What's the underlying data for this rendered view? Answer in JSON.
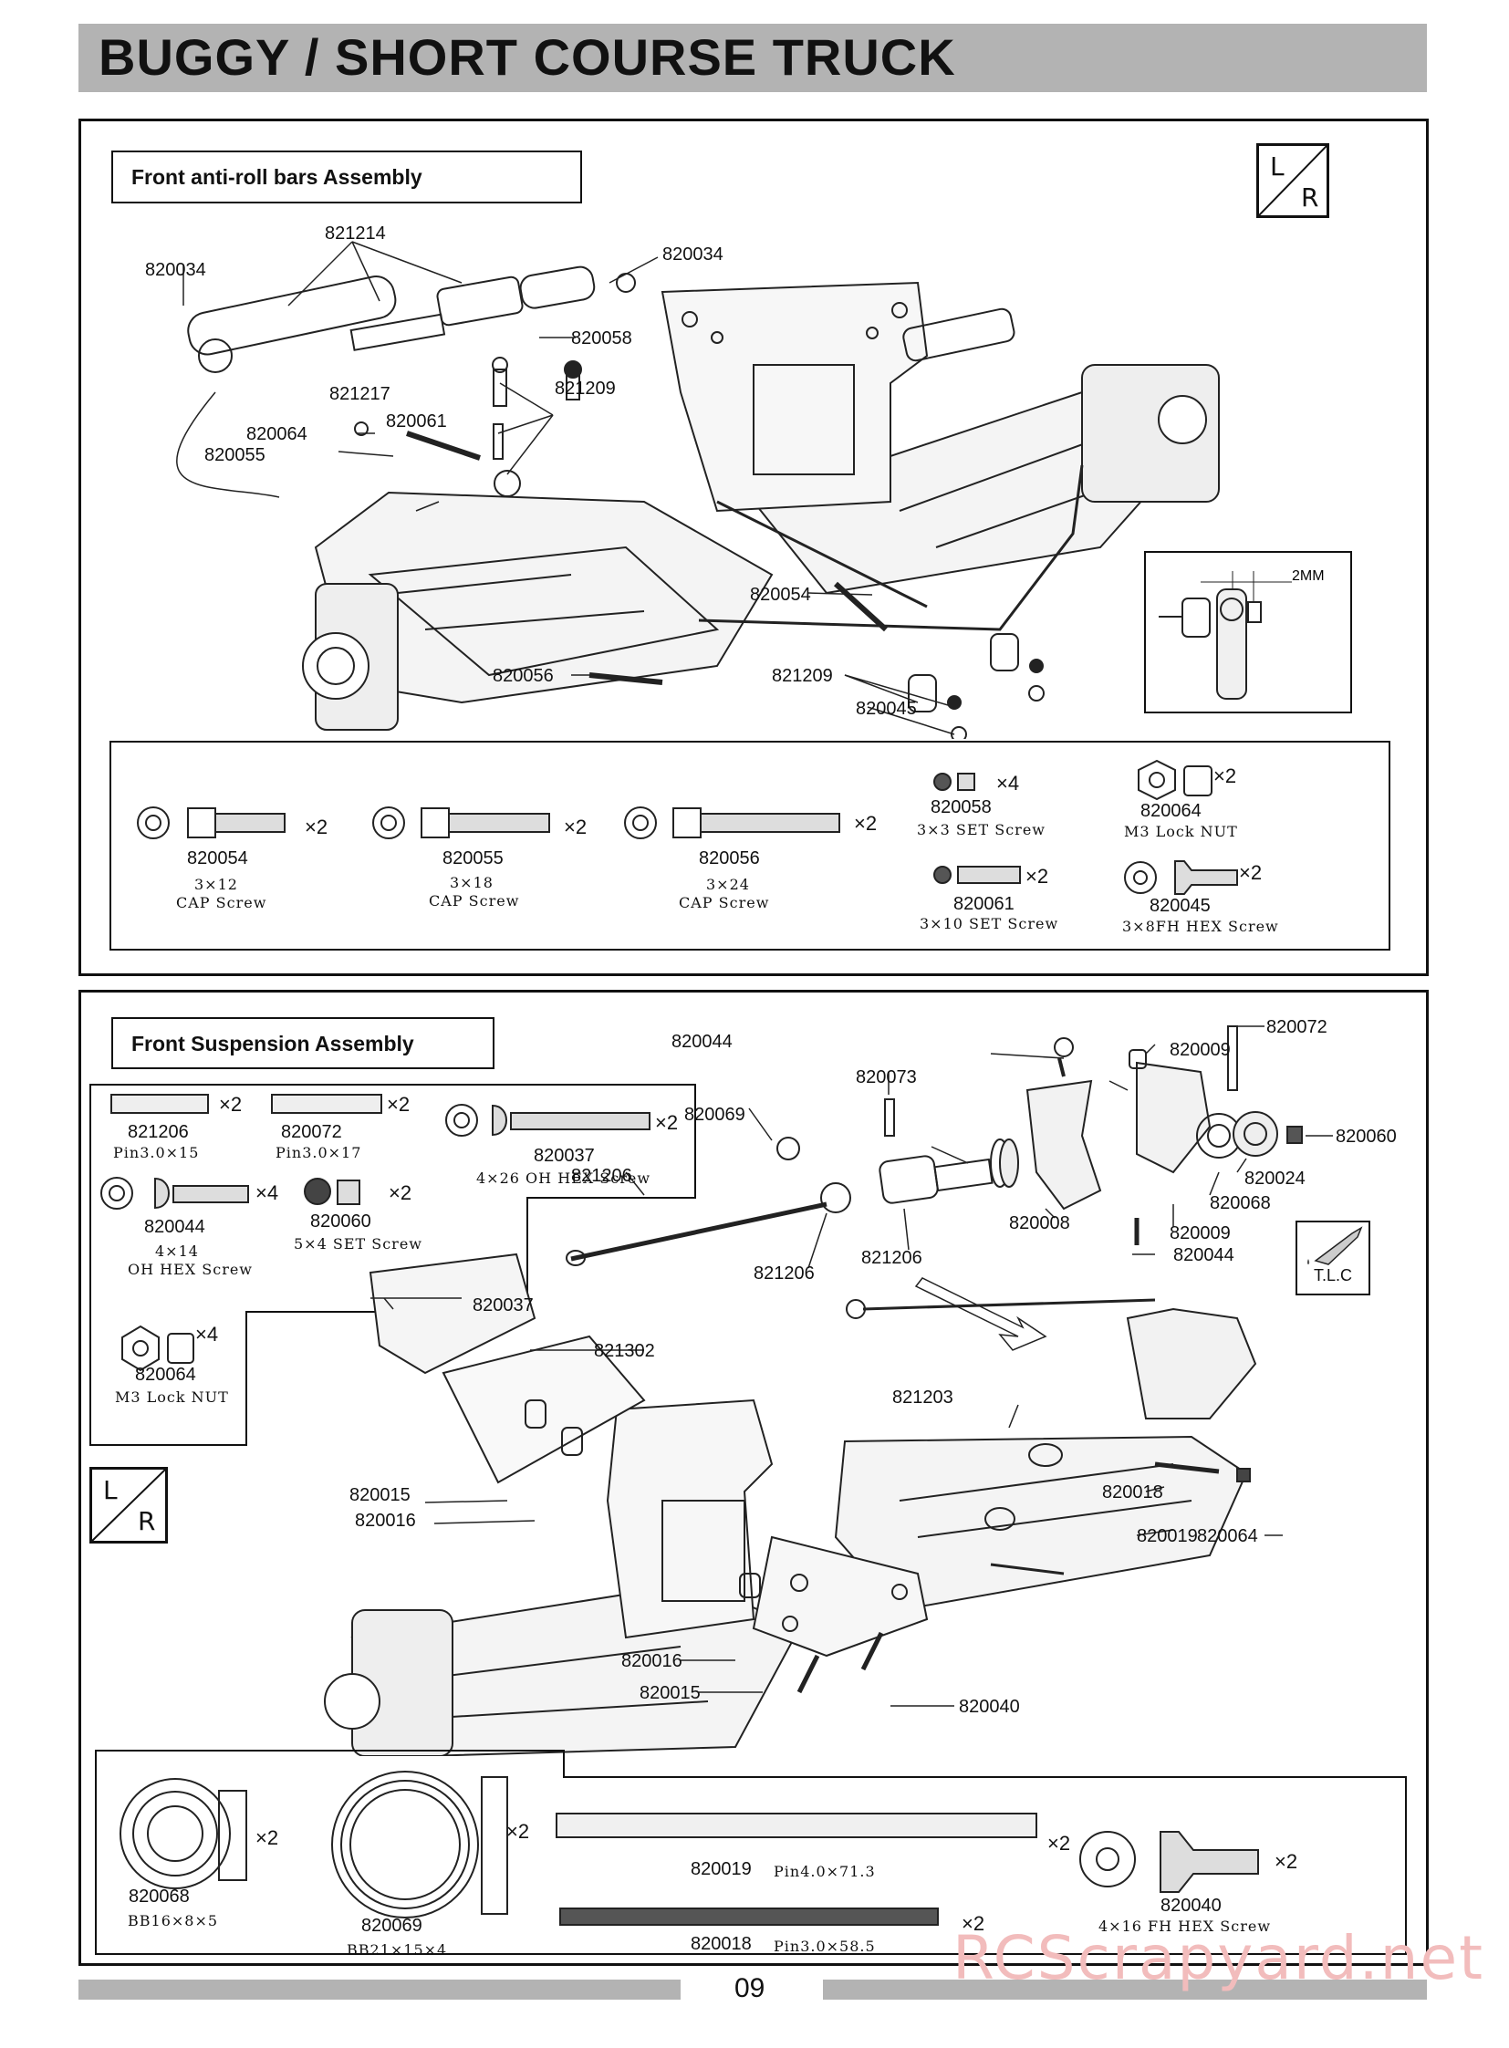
{
  "header": {
    "title": "BUGGY / SHORT COURSE TRUCK"
  },
  "section1": {
    "label": "Front anti-roll bars Assembly",
    "lr_icon": {
      "l": "L",
      "r": "R"
    },
    "callouts": [
      "821214",
      "820034",
      "820034",
      "820058",
      "821209",
      "821217",
      "820061",
      "820064",
      "820055",
      "820054",
      "820056",
      "821209",
      "820045"
    ],
    "detail_dim": "2MM",
    "parts": [
      {
        "pn": "820054",
        "spec1": "3×12",
        "spec2": "CAP Screw",
        "qty": "×2"
      },
      {
        "pn": "820055",
        "spec1": "3×18",
        "spec2": "CAP Screw",
        "qty": "×2"
      },
      {
        "pn": "820056",
        "spec1": "3×24",
        "spec2": "CAP Screw",
        "qty": "×2"
      },
      {
        "pn": "820058",
        "spec1": "3×3 SET Screw",
        "qty": "×4"
      },
      {
        "pn": "820064",
        "spec1": "M3 Lock NUT",
        "qty": "×2"
      },
      {
        "pn": "820061",
        "spec1": "3×10 SET Screw",
        "qty": "×2"
      },
      {
        "pn": "820045",
        "spec1": "3×8FH HEX Screw",
        "qty": "×2"
      }
    ]
  },
  "section2": {
    "label": "Front Suspension Assembly",
    "lr_icon": {
      "l": "L",
      "r": "R"
    },
    "tlc": "T.L.C",
    "callouts": [
      "820044",
      "820072",
      "820009",
      "820060",
      "820073",
      "820069",
      "821206",
      "820024",
      "820068",
      "820009",
      "820008",
      "820044",
      "821206",
      "821206",
      "820037",
      "821302",
      "821203",
      "820015",
      "820016",
      "820018",
      "820019",
      "820064",
      "820016",
      "820015",
      "820040"
    ],
    "parts_left": [
      {
        "pn": "821206",
        "spec1": "Pin3.0×15",
        "qty": "×2"
      },
      {
        "pn": "820072",
        "spec1": "Pin3.0×17",
        "qty": "×2"
      },
      {
        "pn": "820037",
        "spec1": "4×26 OH HEX Screw",
        "qty": "×2"
      },
      {
        "pn": "820044",
        "spec1": "4×14",
        "spec2": "OH HEX Screw",
        "qty": "×4"
      },
      {
        "pn": "820060",
        "spec1": "5×4 SET Screw",
        "qty": "×2"
      },
      {
        "pn": "820064",
        "spec1": "M3 Lock NUT",
        "qty": "×4"
      }
    ],
    "parts_bottom": [
      {
        "pn": "820068",
        "spec1": "BB16×8×5",
        "qty": "×2"
      },
      {
        "pn": "820069",
        "spec1": "BB21×15×4",
        "qty": "×2"
      },
      {
        "pn": "820019",
        "spec1": "Pin4.0×71.3",
        "qty": "×2"
      },
      {
        "pn": "820018",
        "spec1": "Pin3.0×58.5",
        "qty": "×2"
      },
      {
        "pn": "820040",
        "spec1": "4×16 FH HEX Screw",
        "qty": "×2"
      }
    ]
  },
  "footer": {
    "page": "09",
    "watermark": "RCScrapyard.net"
  }
}
